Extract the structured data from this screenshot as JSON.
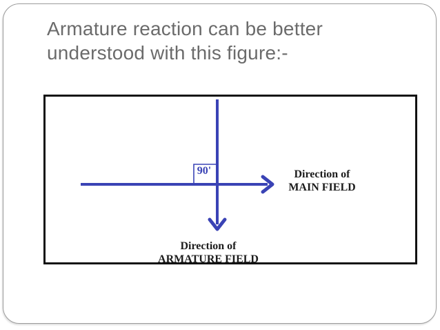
{
  "slide": {
    "title": "Armature reaction can be better understood with this figure:-"
  },
  "figure": {
    "angle_label": "90'",
    "main_field_label": {
      "line1": "Direction of",
      "line2": "MAIN FIELD"
    },
    "armature_field_label": {
      "line1": "Direction of",
      "line2": "ARMATURE FIELD"
    }
  },
  "colors": {
    "arrow_blue": "#3a43b5",
    "label_black": "#1c1c1c",
    "title_gray": "#6b6b6b",
    "figure_border": "#111111",
    "slide_border": "#9a9a9a"
  }
}
